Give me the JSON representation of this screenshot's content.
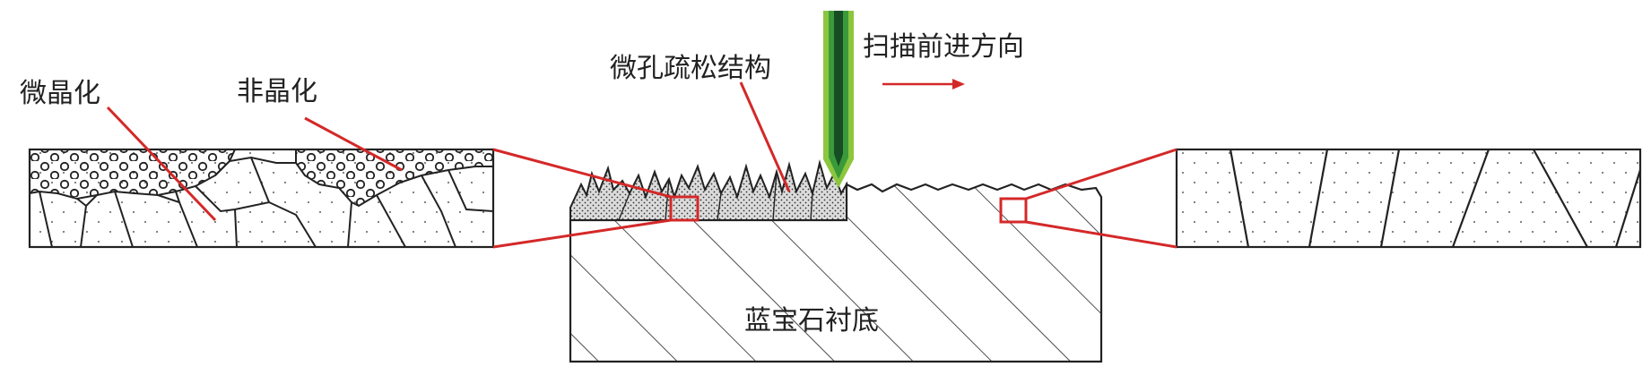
{
  "labels": {
    "microcrystallization": "微晶化",
    "amorphization": "非晶化",
    "porous_structure": "微孔疏松结构",
    "scan_direction": "扫描前进方向",
    "substrate": "蓝宝石衬底"
  },
  "colors": {
    "outline": "#222222",
    "callout": "#d42828",
    "laser_light": "#8cc63f",
    "laser_mid": "#3a9a3a",
    "laser_dark": "#174d25",
    "porous_fill": "#d8d8d8",
    "background": "#ffffff"
  },
  "icons": {
    "laser_beam": "laser-beam-icon",
    "arrow": "arrow-right-icon"
  }
}
